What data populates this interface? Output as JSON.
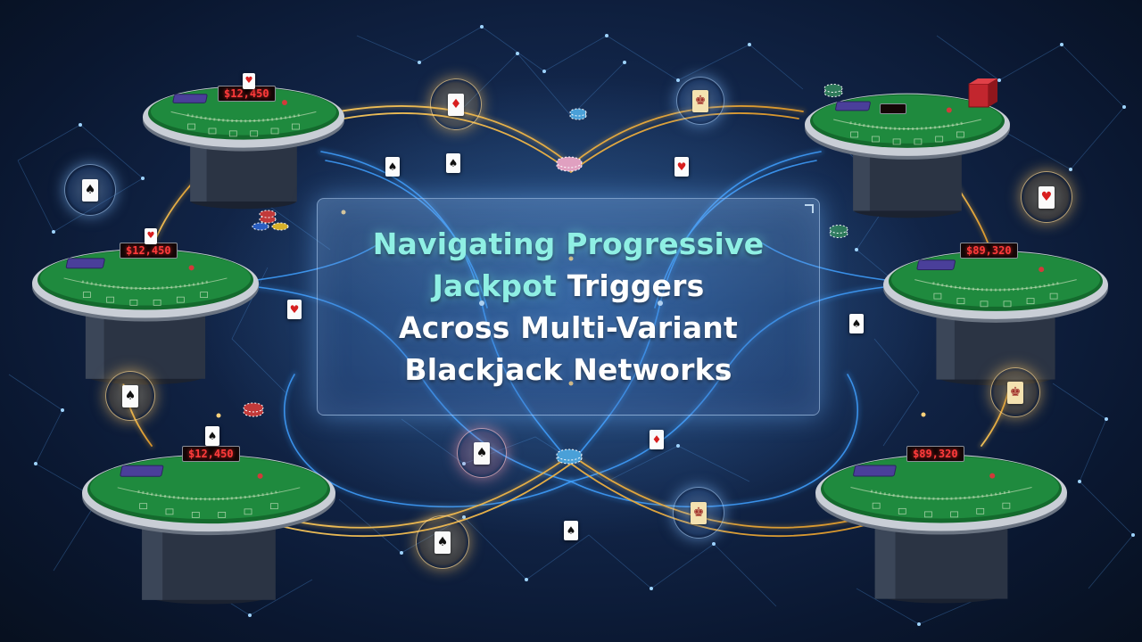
{
  "title": {
    "line1": {
      "accent": "Navigating Progressive",
      "rest": ""
    },
    "line2": {
      "accent": "Jackpot",
      "rest": " Triggers"
    },
    "line3": {
      "accent": "",
      "rest": "Across Multi-Variant"
    },
    "line4": {
      "accent": "",
      "rest": "Blackjack Networks"
    }
  },
  "jackpots": {
    "top_left": "$12,450",
    "mid_left": "$12,450",
    "bottom_left": "$12,450",
    "mid_right": "$89,320",
    "bottom_right": "$89,320"
  },
  "colors": {
    "felt": "#1f8a3e",
    "felt_dark": "#146a2d",
    "network_blue": "#3fa0ff",
    "network_gold": "#f0b648",
    "accent_cyan": "#8ff0e4",
    "led_red": "#ff3b3b"
  },
  "icons": {
    "card_suits": [
      "spade-icon",
      "heart-icon",
      "diamond-icon"
    ],
    "chip": "poker-chip-icon"
  }
}
